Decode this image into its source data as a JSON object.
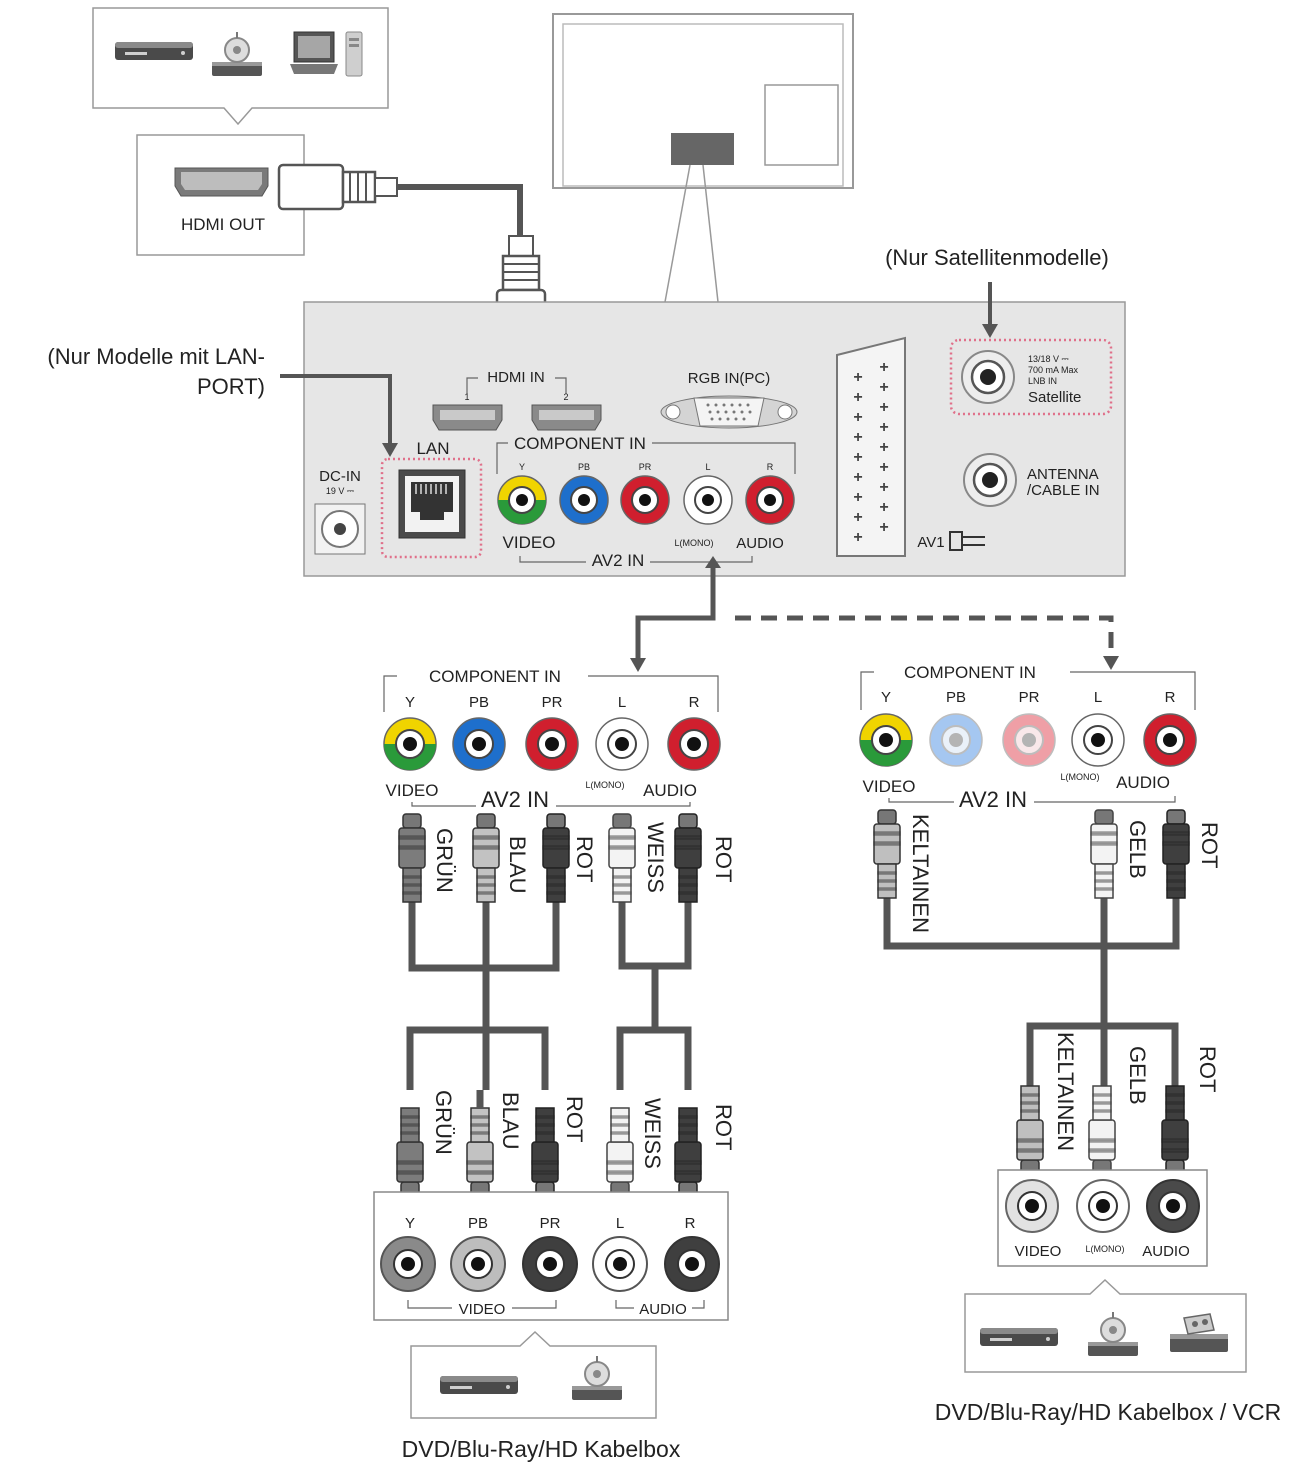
{
  "notes": {
    "satellite_only": "(Nur Satellitenmodelle)",
    "lan_only_line1": "(Nur Modelle mit LAN-",
    "lan_only_line2": "PORT)"
  },
  "source": {
    "hdmi_out": "HDMI OUT"
  },
  "tv_panel": {
    "hdmi_in": "HDMI IN",
    "hdmi_port_1": "1",
    "hdmi_port_2": "2",
    "rgb_in": "RGB IN(PC)",
    "lan": "LAN",
    "dc_in": "DC-IN",
    "dc_rating": "19 V ⎓",
    "component_in": "COMPONENT IN",
    "y": "Y",
    "pb": "PB",
    "pr": "PR",
    "audio_l": "L",
    "audio_r": "R",
    "video": "VIDEO",
    "mono": "L(MONO)",
    "audio": "AUDIO",
    "av2_in": "AV2 IN",
    "av1": "AV1",
    "sat_spec_1": "13/18 V ⎓",
    "sat_spec_2": "700 mA Max",
    "sat_spec_3": "LNB IN",
    "satellite": "Satellite",
    "antenna_1": "ANTENNA",
    "antenna_2": "/CABLE IN"
  },
  "left_setup": {
    "component_in": "COMPONENT IN",
    "y": "Y",
    "pb": "PB",
    "pr": "PR",
    "l": "L",
    "r": "R",
    "video": "VIDEO",
    "mono": "L(MONO)",
    "audio": "AUDIO",
    "av2_in": "AV2 IN",
    "plug_labels_top": [
      "GRÜN",
      "BLAU",
      "ROT",
      "WEISS",
      "ROT"
    ],
    "plug_labels_bottom": [
      "GRÜN",
      "BLAU",
      "ROT",
      "WEISS",
      "ROT"
    ],
    "device_y": "Y",
    "device_pb": "PB",
    "device_pr": "PR",
    "device_l": "L",
    "device_r": "R",
    "device_video": "VIDEO",
    "device_audio": "AUDIO",
    "caption": "DVD/Blu-Ray/HD Kabelbox"
  },
  "right_setup": {
    "component_in": "COMPONENT IN",
    "y": "Y",
    "pb": "PB",
    "pr": "PR",
    "l": "L",
    "r": "R",
    "video": "VIDEO",
    "mono": "L(MONO)",
    "audio": "AUDIO",
    "av2_in": "AV2 IN",
    "plug_labels_top": [
      "KELTAINEN",
      "GELB",
      "ROT"
    ],
    "plug_labels_bottom": [
      "KELTAINEN",
      "GELB",
      "ROT"
    ],
    "device_video": "VIDEO",
    "device_mono": "L(MONO)",
    "device_audio": "AUDIO",
    "caption": "DVD/Blu-Ray/HD Kabelbox / VCR"
  },
  "colors": {
    "panel": "#e6e6e6",
    "cable": "#555555",
    "jack_yellow": "#f0d400",
    "jack_green": "#2a9a3a",
    "jack_blue": "#1e6fcc",
    "jack_red": "#d01f2e",
    "jack_white": "#ffffff",
    "highlight": "#e0708a"
  },
  "icons": [
    "dvd-player-icon",
    "satellite-receiver-icon",
    "laptop-pc-icon",
    "vcr-icon"
  ]
}
